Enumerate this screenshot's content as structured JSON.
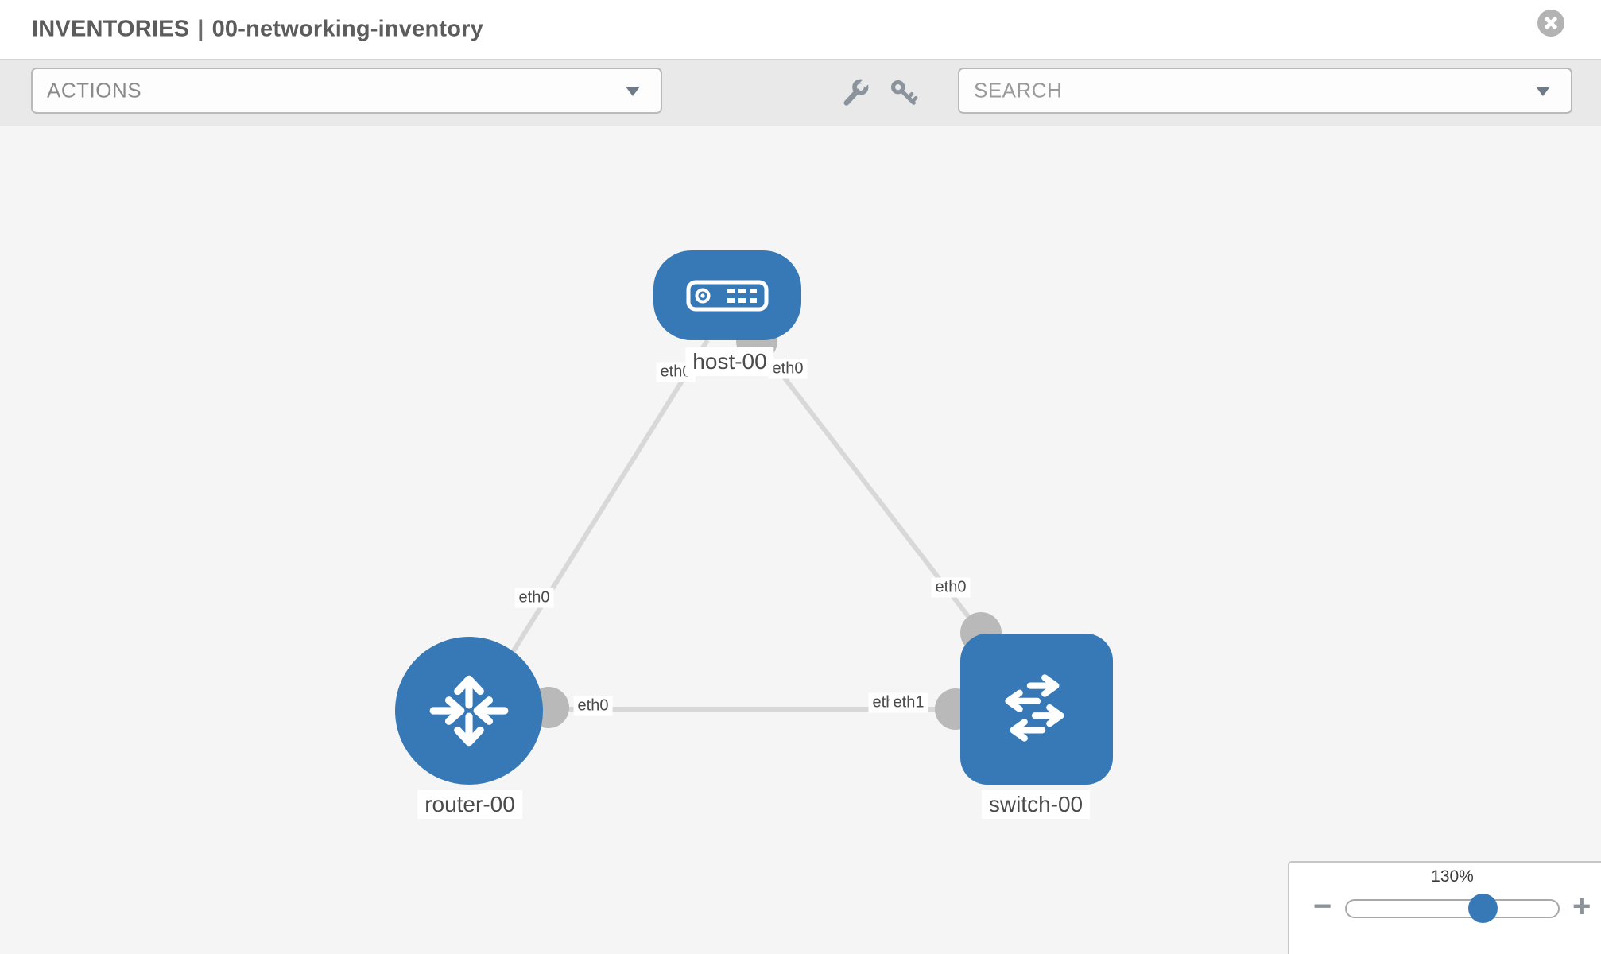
{
  "header": {
    "breadcrumb_section": "INVENTORIES",
    "breadcrumb_separator": "|",
    "inventory_name": "00-networking-inventory"
  },
  "toolbar": {
    "actions_placeholder": "ACTIONS",
    "search_placeholder": "SEARCH",
    "icons": [
      "wrench-icon",
      "key-icon"
    ]
  },
  "topology": {
    "nodes": [
      {
        "id": "host-00",
        "label": "host-00",
        "type": "host",
        "icon": "server-icon"
      },
      {
        "id": "router-00",
        "label": "router-00",
        "type": "router",
        "icon": "router-arrows-icon"
      },
      {
        "id": "switch-00",
        "label": "switch-00",
        "type": "switch",
        "icon": "switch-arrows-icon"
      }
    ],
    "links": [
      {
        "source": "host-00",
        "target": "router-00",
        "source_interface": "eth0",
        "target_interface": "eth0"
      },
      {
        "source": "host-00",
        "target": "switch-00",
        "source_interface": "eth0",
        "target_interface": "eth0"
      },
      {
        "source": "router-00",
        "target": "switch-00",
        "source_interface": "eth0",
        "target_interface": "eth1"
      }
    ],
    "interface_labels": [
      {
        "text": "eth0",
        "position": "host-bottom-left"
      },
      {
        "text": "eth0",
        "position": "host-bottom-right"
      },
      {
        "text": "eth0",
        "position": "link-host-router-near-router"
      },
      {
        "text": "eth0",
        "position": "link-host-switch-near-switch"
      },
      {
        "text": "eth0",
        "position": "link-router-switch-near-router"
      },
      {
        "text": "eth0",
        "position": "link-router-switch-near-switch-back"
      },
      {
        "text": "eth1",
        "position": "link-router-switch-near-switch-front"
      }
    ]
  },
  "zoom_control": {
    "level": "130%",
    "minus_label": "−",
    "plus_label": "+"
  },
  "colors": {
    "node_blue": "#3779b7",
    "edge_gray": "#d8d8d8",
    "connector_gray": "#b9b9b9",
    "toolbar_gray": "#e9e9e9",
    "canvas_gray": "#f5f5f5"
  }
}
